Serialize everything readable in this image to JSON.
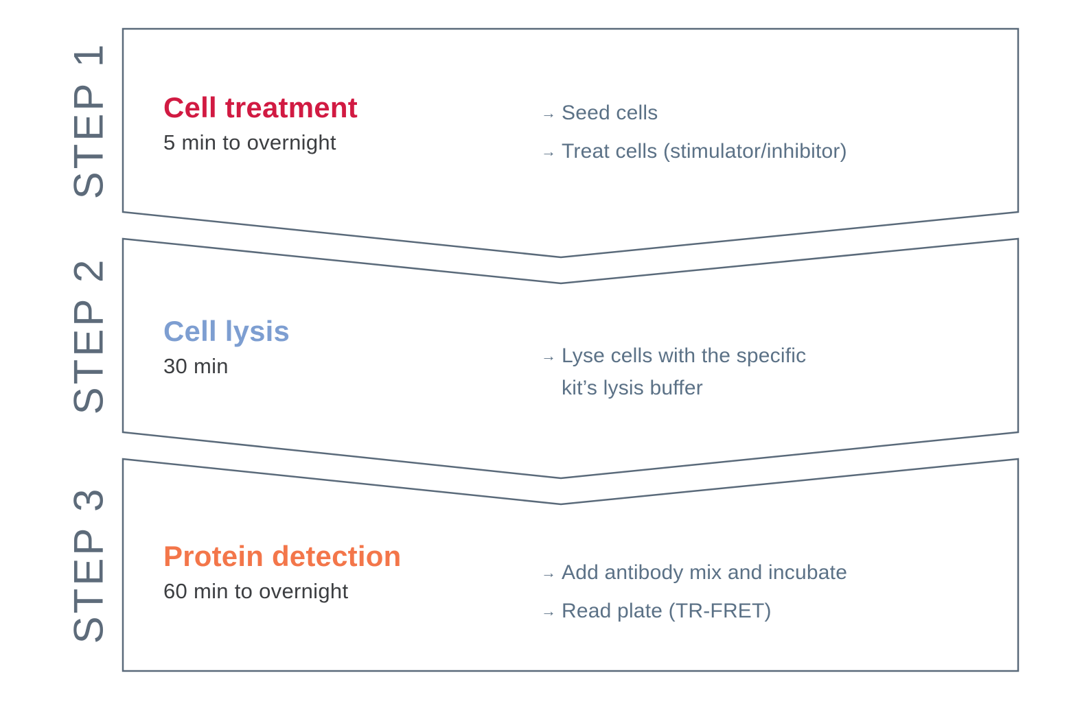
{
  "figure": {
    "kind": "assay-workflow-diagram",
    "description_visible_text_only": true
  },
  "colors": {
    "background": "#ffffff",
    "border": "#5a6a7a",
    "step_label": "#5d6b7a",
    "bullet_text": "#5b7186",
    "duration_text": "#3c3e41"
  },
  "glyphs": {
    "bullet_arrow": "→"
  },
  "steps": [
    {
      "label": "STEP 1",
      "title": "Cell treatment",
      "title_color": "#d11a42",
      "duration": "5 min to overnight",
      "bullets": [
        "Seed cells",
        "Treat cells (stimulator/inhibitor)"
      ]
    },
    {
      "label": "STEP 2",
      "title": "Cell lysis",
      "title_color": "#7d9ed1",
      "duration": "30 min",
      "bullets": [
        "Lyse cells with the specific\nkit’s lysis buffer"
      ]
    },
    {
      "label": "STEP 3",
      "title": "Protein detection",
      "title_color": "#f3764a",
      "duration": "60 min to overnight",
      "bullets": [
        "Add antibody mix and incubate",
        "Read plate (TR-FRET)"
      ]
    }
  ]
}
